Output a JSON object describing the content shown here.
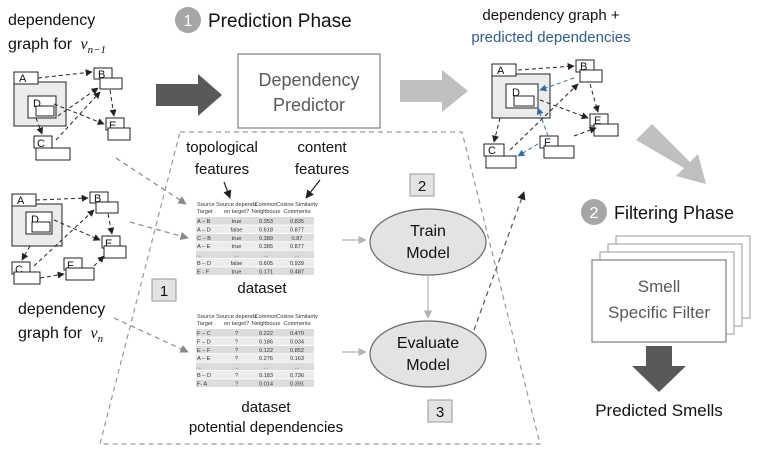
{
  "phase1": {
    "number": "1",
    "title": "Prediction Phase"
  },
  "phase2": {
    "number": "2",
    "title": "Filtering Phase"
  },
  "graph_prev": {
    "line1": "dependency",
    "line2": "graph for",
    "version": "v",
    "subscript": "n−1"
  },
  "graph_curr": {
    "line1": "dependency",
    "line2": "graph for",
    "version": "v",
    "subscript": "n"
  },
  "predictor": {
    "line1": "Dependency",
    "line2": "Predictor"
  },
  "output_graph": {
    "line1": "dependency graph +",
    "line2": "predicted dependencies",
    "line2_color": "#2e5d8c"
  },
  "features": {
    "topological_1": "topological",
    "topological_2": "features",
    "content_1": "content",
    "content_2": "features"
  },
  "train": {
    "line1": "Train",
    "line2": "Model",
    "step": "2"
  },
  "evaluate": {
    "line1": "Evaluate",
    "line2": "Model",
    "step": "3"
  },
  "dataset_step": "1",
  "dataset_label": "dataset",
  "dataset2_label1": "dataset",
  "dataset2_label2": "potential dependencies",
  "filter": {
    "line1": "Smell",
    "line2": "Specific Filter"
  },
  "result": "Predicted Smells",
  "node_labels": {
    "a": "A",
    "b": "B",
    "c": "C",
    "d": "D",
    "e": "E",
    "f": "F"
  },
  "table_headers": {
    "c1": [
      "Source",
      "Target"
    ],
    "c2": [
      "Source depends",
      "on target?"
    ],
    "c3": [
      "Common",
      "Neighbours"
    ],
    "c4": [
      "Cosine Similarity",
      "Comments"
    ]
  },
  "train_rows": [
    [
      "A – B",
      "true",
      "0.353",
      "0.835"
    ],
    [
      "A – D",
      "false",
      "0.618",
      "0.877"
    ],
    [
      "C – B",
      "true",
      "0.389",
      "0.87"
    ],
    [
      "A – E",
      "true",
      "0.385",
      "0.877"
    ],
    [
      "...",
      "...",
      "...",
      "..."
    ],
    [
      "B – D",
      "false",
      "0.605",
      "0.939"
    ],
    [
      "E - F",
      "true",
      "0.171",
      "0.487"
    ]
  ],
  "eval_rows": [
    [
      "F – C",
      "?",
      "0.222",
      "0.470"
    ],
    [
      "F – D",
      "?",
      "0.186",
      "0.034"
    ],
    [
      "E – F",
      "?",
      "0.122",
      "0.852"
    ],
    [
      "A – E",
      "?",
      "0.276",
      "0.163"
    ],
    [
      "...",
      "...",
      "...",
      "..."
    ],
    [
      "B – D",
      "?",
      "0.183",
      "0.736"
    ],
    [
      "F- A",
      "?",
      "0.014",
      "0.391"
    ]
  ],
  "colors": {
    "arrow_gray": "#7f7f7f",
    "arrow_light": "#bdbdbd",
    "circle_gray": "#a6a6a6",
    "ellipse_fill": "#e3e3e3",
    "predicted_blue": "#2e6fa8"
  }
}
